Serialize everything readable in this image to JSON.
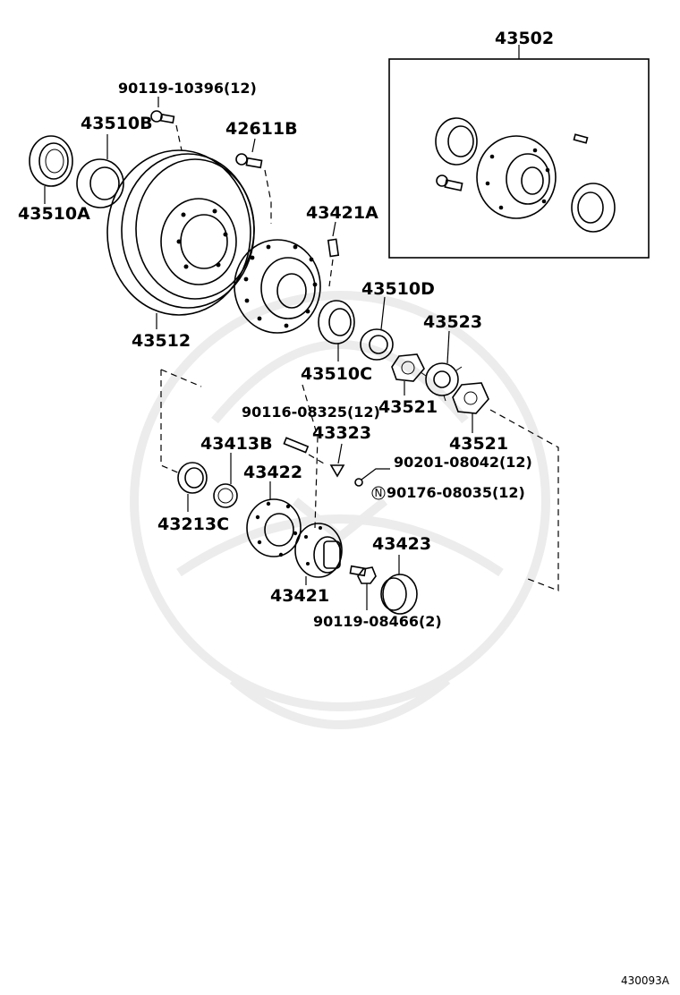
{
  "diagram_code": "430093A",
  "parts": {
    "p43502": "43502",
    "p90119_10396": "90119-10396(12)",
    "p43510B": "43510B",
    "p42611B": "42611B",
    "p43510A": "43510A",
    "p43421A": "43421A",
    "p43512": "43512",
    "p43510D": "43510D",
    "p43523": "43523",
    "p43510C": "43510C",
    "p43521a": "43521",
    "p43521b": "43521",
    "p90116_08325": "90116-08325(12)",
    "p43323": "43323",
    "p43413B": "43413B",
    "p90201_08042": "90201-08042(12)",
    "p43422": "43422",
    "p90176_08035": "90176-08035(12)",
    "n_marker": "N",
    "p43213C": "43213C",
    "p43423": "43423",
    "p43421": "43421",
    "p90119_08466": "90119-08466(2)"
  }
}
